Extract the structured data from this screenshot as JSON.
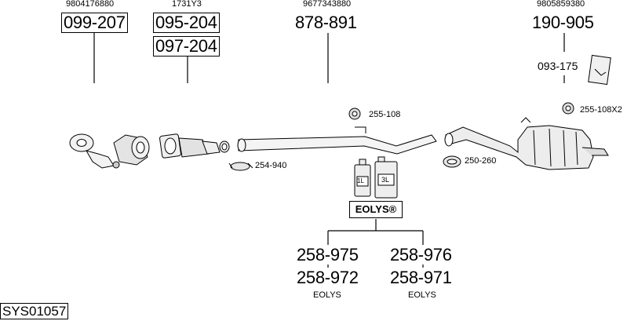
{
  "oe": {
    "catalyst": "9804176880",
    "filter": "1731Y3",
    "middle_pipe": "9677343880",
    "rear_silencer": "9805859380"
  },
  "parts": {
    "catalyst": "099-207",
    "filter_1": "095-204",
    "filter_2": "097-204",
    "middle_pipe": "878-891",
    "rear_silencer": "190-905",
    "hanger_rear": "093-175",
    "rubber_1": "255-108",
    "rubber_2": "255-108X2",
    "clamp_1": "254-940",
    "clamp_2": "250-260",
    "eolys_1": "258-975",
    "eolys_2": "258-972",
    "eolys_3": "258-976",
    "eolys_4": "258-971"
  },
  "eolys": {
    "brand": "EOLYS®",
    "label_1": "EOLYS",
    "label_2": "EOLYS",
    "can_1": "1L",
    "can_2": "3L"
  },
  "system_id": "SYS01057"
}
